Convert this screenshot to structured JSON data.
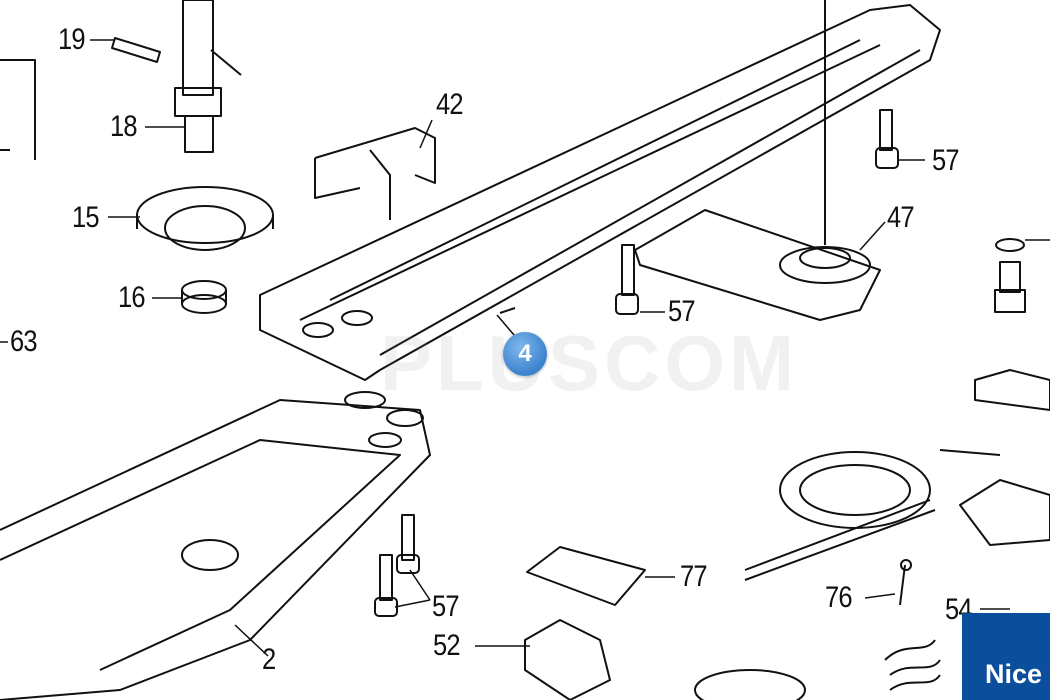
{
  "watermark": "PLUSCOM",
  "selected_part_badge": "4",
  "brand_logo": "Nice",
  "part_labels": [
    "19",
    "18",
    "15",
    "16",
    "63",
    "42",
    "57",
    "47",
    "57",
    "4",
    "57",
    "77",
    "76",
    "54",
    "52",
    "2"
  ],
  "colors": {
    "badge": "#3b82cf",
    "logo_bg": "#0b4f9c",
    "line": "#111111"
  }
}
